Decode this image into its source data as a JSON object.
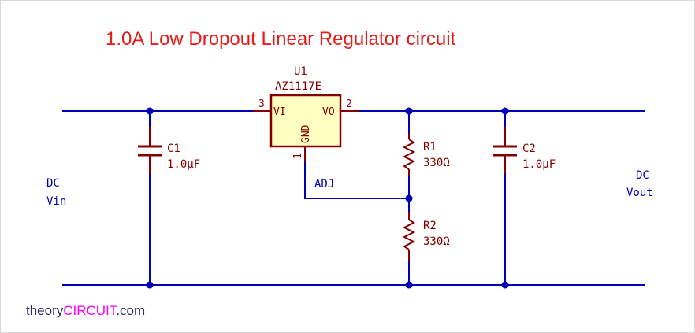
{
  "title": "1.0A Low Dropout Linear Regulator circuit",
  "regulator": {
    "ref": "U1",
    "value": "AZ1117E",
    "pin_vi": "VI",
    "pin_vo": "VO",
    "pin_gnd": "GND",
    "pin_num_in": "3",
    "pin_num_out": "2",
    "pin_num_gnd": "1"
  },
  "components": {
    "c1": {
      "ref": "C1",
      "value": "1.0µF"
    },
    "c2": {
      "ref": "C2",
      "value": "1.0µF"
    },
    "r1": {
      "ref": "R1",
      "value": "330Ω"
    },
    "r2": {
      "ref": "R2",
      "value": "330Ω"
    }
  },
  "nets": {
    "adj": "ADJ",
    "in_line1": "DC",
    "in_line2": "Vin",
    "out_line1": "DC",
    "out_line2": "Vout"
  },
  "brand": {
    "prefix": "theory",
    "highlight": "CIRCUIT",
    "suffix": ".com"
  },
  "colors": {
    "wire": "#0000b4",
    "component": "#840000",
    "regulator_fill": "#ffffc2",
    "title": "#e41b17",
    "net_label": "#0000b4",
    "brand_prefix": "#2a2a6e",
    "brand_highlight": "#ff00ff"
  }
}
